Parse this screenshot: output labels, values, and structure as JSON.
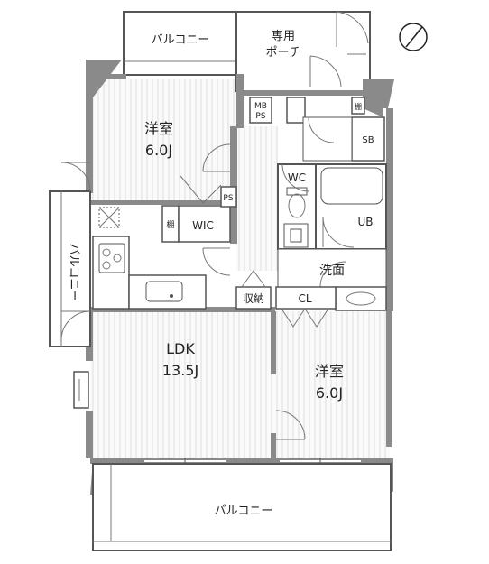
{
  "plan": {
    "rooms": {
      "balcony_top": "バルコニー",
      "porch": [
        "専用",
        "ポーチ"
      ],
      "western_room_1": [
        "洋室",
        "6.0J"
      ],
      "mb_ps": [
        "MB",
        "PS"
      ],
      "shelf_top": "棚",
      "sb": "SB",
      "wc": "WC",
      "ps": "PS",
      "wic": "WIC",
      "shelf_mid": "棚",
      "ub": "UB",
      "balcony_left": "バルコニー",
      "washroom": "洗面",
      "storage": "収納",
      "cl": "CL",
      "ldk": [
        "LDK",
        "13.5J"
      ],
      "western_room_2": [
        "洋室",
        "6.0J"
      ],
      "balcony_bottom": "バルコニー"
    },
    "colors": {
      "wall": "#8a8a8a",
      "line": "#555555",
      "stripe": "#dddddd"
    },
    "icons": [
      "north-compass-icon"
    ]
  }
}
